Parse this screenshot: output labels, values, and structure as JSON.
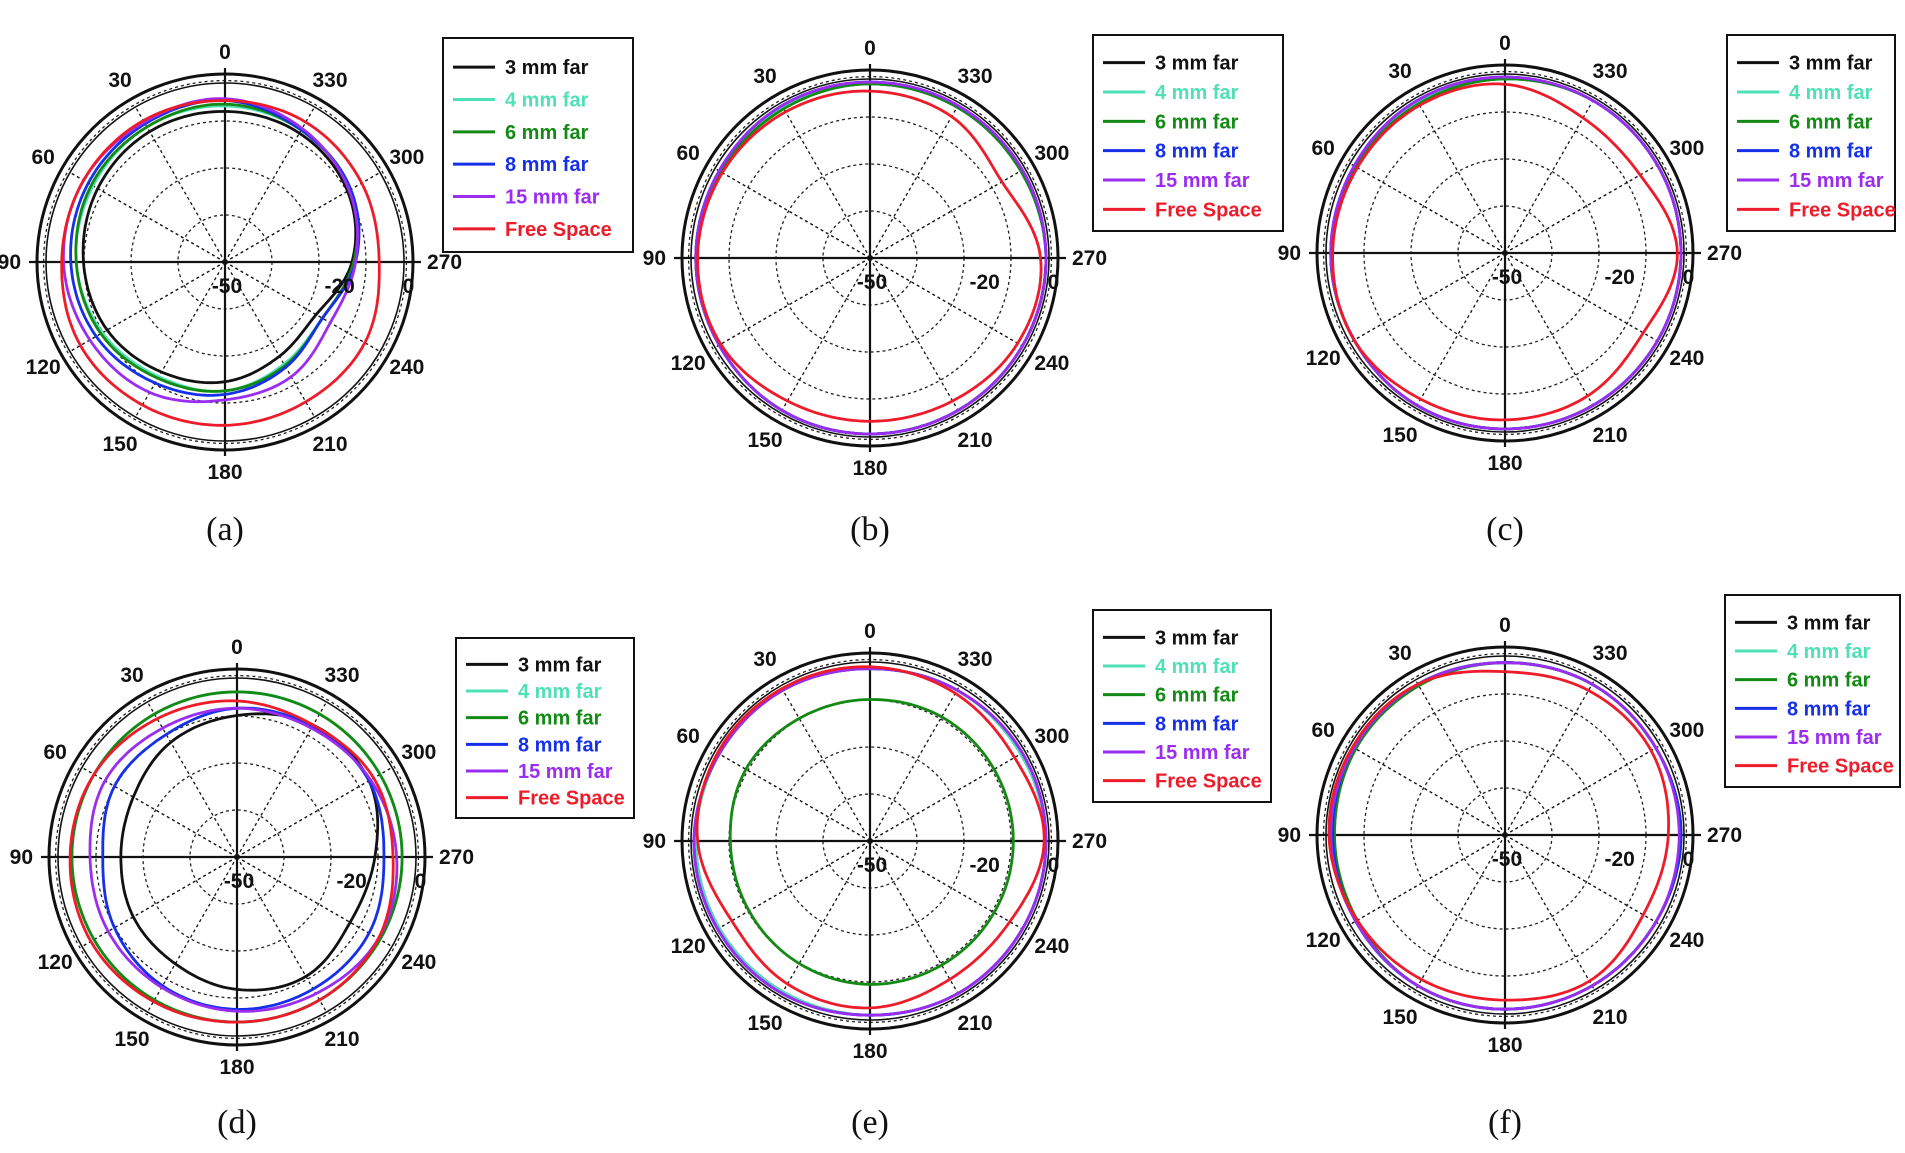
{
  "figure": {
    "palette": {
      "3 mm far": "#111111",
      "4 mm far": "#4fe0b8",
      "6 mm far": "#138a13",
      "8 mm far": "#1530e8",
      "15 mm far": "#9a2df0",
      "Free Space": "#ee1c2a"
    }
  },
  "chart_data": [
    {
      "type": "line",
      "projection": "polar",
      "caption": "(a)",
      "angle_ticks": [
        "0",
        "30",
        "60",
        "90",
        "120",
        "150",
        "180",
        "210",
        "240",
        "270",
        "300",
        "330"
      ],
      "radial_labels": [
        "-50",
        "-20",
        "0"
      ],
      "rlim": [
        -50,
        0
      ],
      "grid": true,
      "legend_position": "right",
      "series": [
        {
          "name": "3 mm far",
          "values": [
            -8.5,
            -8.5,
            -9.5,
            -11,
            -12.5,
            -15,
            -17,
            -20,
            -21,
            -15,
            -11,
            -9,
            -8.5
          ]
        },
        {
          "name": "4 mm far",
          "values": [
            -7,
            -7,
            -8,
            -9,
            -11,
            -13.5,
            -14.5,
            -17.5,
            -19,
            -14.5,
            -10,
            -8,
            -7
          ]
        },
        {
          "name": "6 mm far",
          "values": [
            -6.5,
            -7,
            -7.5,
            -9,
            -10.5,
            -13,
            -14.5,
            -17,
            -19,
            -14.5,
            -10,
            -8,
            -6.5
          ]
        },
        {
          "name": "8 mm far",
          "values": [
            -5.5,
            -6,
            -6.5,
            -7.5,
            -9,
            -11.5,
            -13.5,
            -16.5,
            -19,
            -14,
            -10,
            -8,
            -5.5
          ]
        },
        {
          "name": "15 mm far",
          "values": [
            -5,
            -5.5,
            -5,
            -5.5,
            -7,
            -8.5,
            -12,
            -13.5,
            -16.5,
            -14,
            -10.5,
            -7.5,
            -5
          ]
        },
        {
          "name": "Free Space",
          "values": [
            -5.5,
            -5,
            -5,
            -5,
            -4,
            -4.5,
            -5,
            -5.5,
            -5.5,
            -7.5,
            -6.5,
            -5.5,
            -5.5
          ]
        }
      ]
    },
    {
      "type": "line",
      "projection": "polar",
      "caption": "(b)",
      "angle_ticks": [
        "0",
        "30",
        "60",
        "90",
        "120",
        "150",
        "180",
        "210",
        "240",
        "270",
        "300",
        "330"
      ],
      "radial_labels": [
        "-50",
        "-20",
        "0"
      ],
      "rlim": [
        -50,
        0
      ],
      "grid": true,
      "legend_position": "right",
      "series": [
        {
          "name": "3 mm far",
          "values": [
            -2,
            -2,
            -2,
            -2,
            -2,
            -1.5,
            -1.5,
            -1.5,
            -1.5,
            -1.5,
            -2,
            -2,
            -2
          ]
        },
        {
          "name": "4 mm far",
          "values": [
            -2,
            -2,
            -2,
            -2,
            -2,
            -1.5,
            -1.5,
            -1.5,
            -1.5,
            -1.5,
            -2,
            -2,
            -2
          ]
        },
        {
          "name": "6 mm far",
          "values": [
            -2,
            -2.5,
            -2.5,
            -2,
            -2,
            -1.5,
            -1.5,
            -1.5,
            -1.5,
            -1.5,
            -2,
            -2,
            -2
          ]
        },
        {
          "name": "8 mm far",
          "values": [
            -1.5,
            -1.5,
            -2,
            -2,
            -2,
            -1.5,
            -1.5,
            -1.5,
            -1.5,
            -1.5,
            -1.5,
            -1.5,
            -1.5
          ]
        },
        {
          "name": "15 mm far",
          "values": [
            -1.5,
            -1.5,
            -2,
            -2,
            -2,
            -1.5,
            -1.5,
            -1.5,
            -1.5,
            -1.5,
            -1.5,
            -1.5,
            -1.5
          ]
        },
        {
          "name": "Free Space",
          "values": [
            -4,
            -3.5,
            -3,
            -2.5,
            -2.5,
            -4.5,
            -5,
            -4.5,
            -3,
            -3,
            -8,
            -5,
            -4
          ]
        }
      ]
    },
    {
      "type": "line",
      "projection": "polar",
      "caption": "(c)",
      "angle_ticks": [
        "0",
        "30",
        "60",
        "90",
        "120",
        "150",
        "180",
        "210",
        "240",
        "270",
        "300",
        "330"
      ],
      "radial_labels": [
        "-50",
        "-20",
        "0"
      ],
      "rlim": [
        -50,
        0
      ],
      "grid": true,
      "legend_position": "right",
      "series": [
        {
          "name": "3 mm far",
          "values": [
            -2,
            -2,
            -2.5,
            -2,
            -2,
            -1.5,
            -1.5,
            -1.5,
            -1.5,
            -1.5,
            -1.5,
            -1.5,
            -2
          ]
        },
        {
          "name": "4 mm far",
          "values": [
            -2,
            -2,
            -2.5,
            -2,
            -2,
            -1.5,
            -1.5,
            -1.5,
            -1.5,
            -1.5,
            -1.5,
            -1.5,
            -2
          ]
        },
        {
          "name": "6 mm far",
          "values": [
            -2,
            -2.5,
            -2.5,
            -2,
            -2,
            -1.5,
            -1.5,
            -1.5,
            -1.5,
            -1.5,
            -1.5,
            -1.5,
            -2
          ]
        },
        {
          "name": "8 mm far",
          "values": [
            -1.5,
            -1.5,
            -2,
            -2,
            -2,
            -1.5,
            -1.5,
            -1.5,
            -1.5,
            -1.5,
            -1.5,
            -1.5,
            -1.5
          ]
        },
        {
          "name": "15 mm far",
          "values": [
            -1.5,
            -1.5,
            -2,
            -2,
            -2,
            -1.5,
            -1.5,
            -1.5,
            -1.5,
            -1.5,
            -1.5,
            -1.5,
            -1.5
          ]
        },
        {
          "name": "Free Space",
          "values": [
            -3.5,
            -3,
            -3,
            -2.5,
            -2,
            -3.5,
            -4,
            -4.5,
            -6,
            -2.5,
            -7,
            -7,
            -3.5
          ]
        }
      ]
    },
    {
      "type": "line",
      "projection": "polar",
      "caption": "(d)",
      "angle_ticks": [
        "0",
        "30",
        "60",
        "90",
        "120",
        "150",
        "180",
        "210",
        "240",
        "270",
        "300",
        "330"
      ],
      "radial_labels": [
        "-50",
        "-20",
        "0"
      ],
      "rlim": [
        -50,
        0
      ],
      "grid": true,
      "legend_position": "right",
      "series": [
        {
          "name": "3 mm far",
          "values": [
            -11,
            -13.5,
            -17,
            -18,
            -17,
            -16,
            -13.5,
            -12,
            -14,
            -12,
            -8,
            -8,
            -11
          ]
        },
        {
          "name": "4 mm far",
          "values": [
            -4.5,
            -4.5,
            -4.5,
            -4.5,
            -4.5,
            -4.5,
            -4.5,
            -4.5,
            -4.5,
            -4.5,
            -4.5,
            -4.5,
            -4.5
          ]
        },
        {
          "name": "6 mm far",
          "values": [
            -4.5,
            -4.5,
            -4.5,
            -4.5,
            -4.5,
            -4.5,
            -4.5,
            -4.5,
            -4.5,
            -4.5,
            -4.5,
            -4.5,
            -4.5
          ]
        },
        {
          "name": "8 mm far",
          "values": [
            -9,
            -11,
            -11,
            -13,
            -11,
            -9,
            -8,
            -8,
            -8,
            -9.5,
            -8,
            -8.5,
            -9
          ]
        },
        {
          "name": "15 mm far",
          "values": [
            -9,
            -9,
            -8,
            -9.5,
            -9,
            -8.5,
            -7.5,
            -6.5,
            -5,
            -6,
            -7.5,
            -9,
            -9
          ]
        },
        {
          "name": "Free Space",
          "values": [
            -7,
            -6,
            -4.5,
            -4,
            -3.5,
            -4,
            -4.5,
            -4.5,
            -5,
            -7,
            -6.5,
            -8,
            -7
          ]
        }
      ]
    },
    {
      "type": "line",
      "projection": "polar",
      "caption": "(e)",
      "angle_ticks": [
        "0",
        "30",
        "60",
        "90",
        "120",
        "150",
        "180",
        "210",
        "240",
        "270",
        "300",
        "330"
      ],
      "radial_labels": [
        "-50",
        "-20",
        "0"
      ],
      "rlim": [
        -50,
        0
      ],
      "grid": true,
      "legend_position": "right",
      "series": [
        {
          "name": "3 mm far",
          "values": [
            -2.5,
            -2,
            -2,
            -2,
            -2,
            -2,
            -2,
            -1.5,
            -1.5,
            -1.5,
            -2,
            -2,
            -2.5
          ]
        },
        {
          "name": "4 mm far",
          "values": [
            -2.5,
            -2,
            -2,
            -2,
            -2,
            -2,
            -2,
            -1.5,
            -1.5,
            -1.5,
            -2,
            -2,
            -2.5
          ]
        },
        {
          "name": "6 mm far",
          "values": [
            -11,
            -11,
            -10.5,
            -11.5,
            -11.5,
            -11,
            -10.5,
            -10.5,
            -10.5,
            -10.5,
            -10.5,
            -10.5,
            -11
          ]
        },
        {
          "name": "8 mm far",
          "values": [
            -2.5,
            -2,
            -2,
            -1.5,
            -1.5,
            -1.5,
            -2,
            -1.5,
            -1.5,
            -1.5,
            -1.5,
            -2,
            -2.5
          ]
        },
        {
          "name": "15 mm far",
          "values": [
            -2.5,
            -2,
            -2,
            -1.5,
            -1.5,
            -1.5,
            -2,
            -1.5,
            -1.5,
            -1.5,
            -1.5,
            -2,
            -2.5
          ]
        },
        {
          "name": "Free Space",
          "values": [
            -2,
            -1.5,
            -1.5,
            -2.5,
            -6,
            -4.5,
            -4,
            -6,
            -5.5,
            -2,
            -4,
            -3,
            -2
          ]
        }
      ]
    },
    {
      "type": "line",
      "projection": "polar",
      "caption": "(f)",
      "angle_ticks": [
        "0",
        "30",
        "60",
        "90",
        "120",
        "150",
        "180",
        "210",
        "240",
        "270",
        "300",
        "330"
      ],
      "radial_labels": [
        "-50",
        "-20",
        "0"
      ],
      "rlim": [
        -50,
        0
      ],
      "grid": true,
      "legend_position": "right",
      "series": [
        {
          "name": "3 mm far",
          "values": [
            -2.5,
            -2,
            -2.5,
            -3,
            -2.5,
            -2,
            -2,
            -2,
            -2,
            -1.5,
            -2,
            -2,
            -2.5
          ]
        },
        {
          "name": "4 mm far",
          "values": [
            -2.5,
            -2,
            -2.5,
            -3,
            -2.5,
            -2,
            -2,
            -2,
            -2,
            -1.5,
            -2,
            -2,
            -2.5
          ]
        },
        {
          "name": "6 mm far",
          "values": [
            -2.5,
            -2.5,
            -2.5,
            -3,
            -3,
            -2,
            -2,
            -2,
            -2,
            -1.5,
            -2,
            -2,
            -2.5
          ]
        },
        {
          "name": "8 mm far",
          "values": [
            -2.5,
            -2,
            -2,
            -2.5,
            -2.5,
            -2,
            -2,
            -2,
            -2,
            -1.5,
            -2,
            -2,
            -2.5
          ]
        },
        {
          "name": "15 mm far",
          "values": [
            -2.5,
            -2,
            -2,
            -2,
            -2.5,
            -2,
            -2,
            -2,
            -2,
            -2,
            -2,
            -2,
            -2.5
          ]
        },
        {
          "name": "Free Space",
          "values": [
            -5,
            -2,
            -1.5,
            -1.5,
            -3,
            -4,
            -4.5,
            -3.5,
            -6,
            -5,
            -3.5,
            -4,
            -5
          ]
        }
      ]
    }
  ]
}
